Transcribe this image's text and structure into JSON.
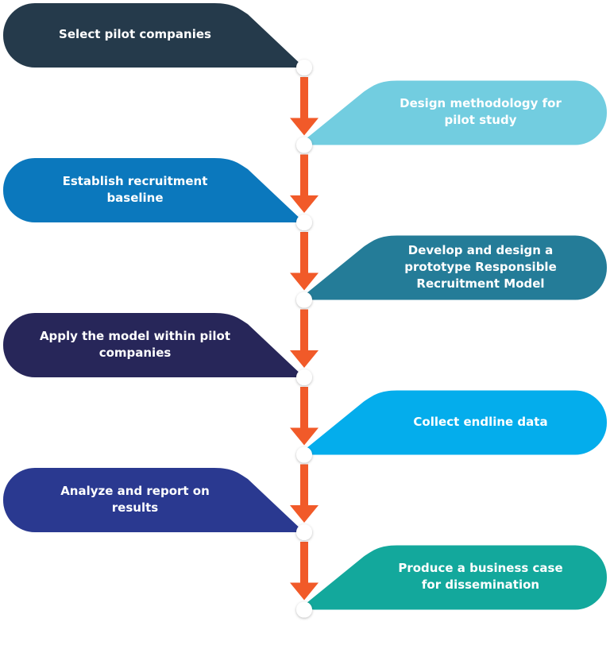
{
  "steps": [
    {
      "label": "Select pilot companies",
      "color": "#253a4b"
    },
    {
      "label": "Design methodology for\npilot study",
      "color": "#72cde0"
    },
    {
      "label": "Establish recruitment\nbaseline",
      "color": "#0b78bd"
    },
    {
      "label": "Develop and design a\nprototype Responsible\nRecruitment Model",
      "color": "#247c98"
    },
    {
      "label": "Apply the model within pilot\ncompanies",
      "color": "#272659"
    },
    {
      "label": "Collect endline data",
      "color": "#04adec"
    },
    {
      "label": "Analyze and report on\nresults",
      "color": "#2a3990"
    },
    {
      "label": "Produce a business case\nfor dissemination",
      "color": "#13a89c"
    }
  ],
  "arrow_color": "#f15a29"
}
